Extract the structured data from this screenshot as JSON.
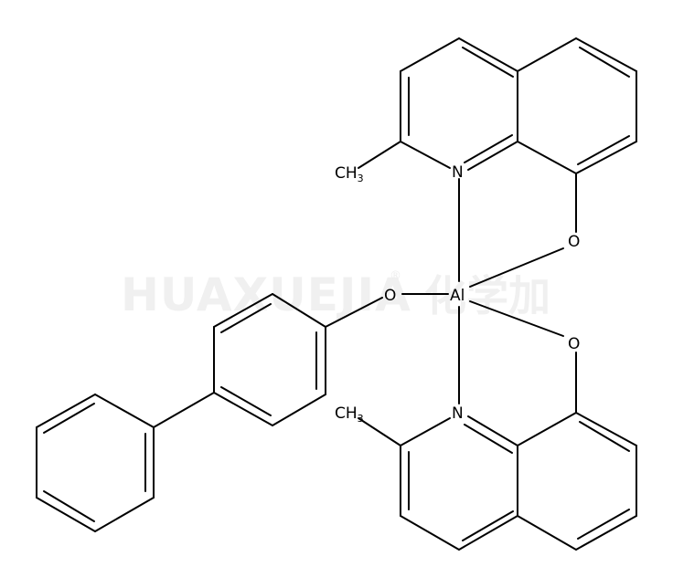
{
  "watermark": {
    "latin": "HUAXUEJIA",
    "registered": "®",
    "chinese": "化学加"
  },
  "atoms": {
    "n_top": "N",
    "n_bottom": "N",
    "o_top": "O",
    "o_bottom": "O",
    "o_left": "O",
    "al": "Al",
    "methyl_top": "CH",
    "methyl_top_sub": "3",
    "methyl_bottom": "CH",
    "methyl_bottom_sub": "3"
  },
  "colors": {
    "bond": "#000000",
    "watermark": "#f0f0f0"
  }
}
